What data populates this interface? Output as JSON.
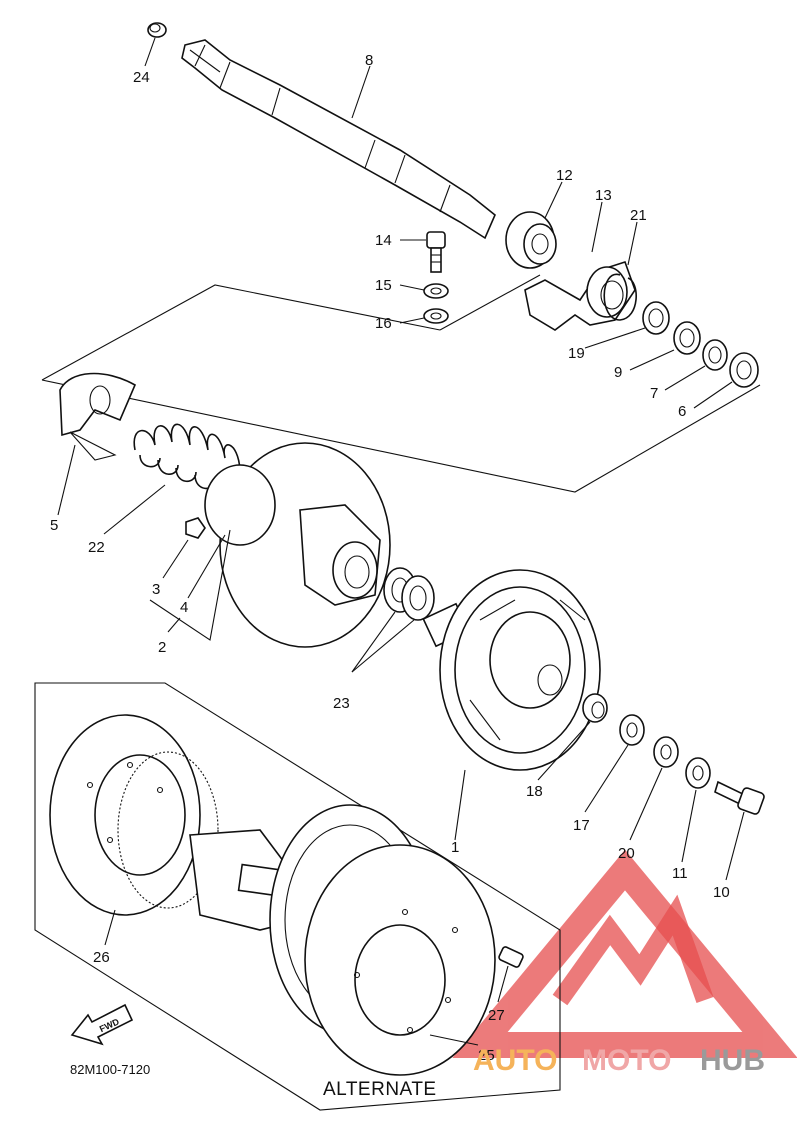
{
  "parts": [
    {
      "id": "p1",
      "label": "1"
    },
    {
      "id": "p2",
      "label": "2"
    },
    {
      "id": "p3",
      "label": "3"
    },
    {
      "id": "p4",
      "label": "4"
    },
    {
      "id": "p5",
      "label": "5"
    },
    {
      "id": "p6",
      "label": "6"
    },
    {
      "id": "p7",
      "label": "7"
    },
    {
      "id": "p8",
      "label": "8"
    },
    {
      "id": "p9",
      "label": "9"
    },
    {
      "id": "p10",
      "label": "10"
    },
    {
      "id": "p11",
      "label": "11"
    },
    {
      "id": "p12",
      "label": "12"
    },
    {
      "id": "p13",
      "label": "13"
    },
    {
      "id": "p14",
      "label": "14"
    },
    {
      "id": "p15",
      "label": "15"
    },
    {
      "id": "p16",
      "label": "16"
    },
    {
      "id": "p17",
      "label": "17"
    },
    {
      "id": "p18",
      "label": "18"
    },
    {
      "id": "p19",
      "label": "19"
    },
    {
      "id": "p20",
      "label": "20"
    },
    {
      "id": "p21",
      "label": "21"
    },
    {
      "id": "p22",
      "label": "22"
    },
    {
      "id": "p23",
      "label": "23"
    },
    {
      "id": "p24",
      "label": "24"
    },
    {
      "id": "p25",
      "label": "25"
    },
    {
      "id": "p26",
      "label": "26"
    },
    {
      "id": "p27",
      "label": "27"
    }
  ],
  "diagram_code": "82M100-7120",
  "alternate_label": "ALTERNATE",
  "fwd_label": "FWD",
  "watermark": {
    "part1": "AUTO",
    "part2": "MOTO",
    "part3": "HUB",
    "color1": "#f5b35a",
    "color2": "#f0a7a7",
    "color3": "#9a9a9a",
    "logo_color": "#e33b3b"
  }
}
